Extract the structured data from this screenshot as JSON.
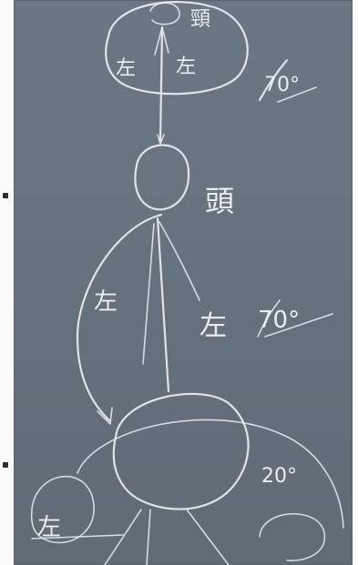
{
  "image": {
    "subject": "chalkboard",
    "board_color": "#667279",
    "chalk_color": "#e9eef1",
    "background_color": "#fbfbfb",
    "annotations": {
      "top_right_char": "頸",
      "top_left_char": "左",
      "top_right_inner_char": "左",
      "top_angle": "70°",
      "middle_char": "頭",
      "middle_left_char": "左",
      "middle_right_char": "左",
      "middle_angle": "70°",
      "bottom_left_char": "左",
      "bottom_right_angle": "20°"
    }
  }
}
